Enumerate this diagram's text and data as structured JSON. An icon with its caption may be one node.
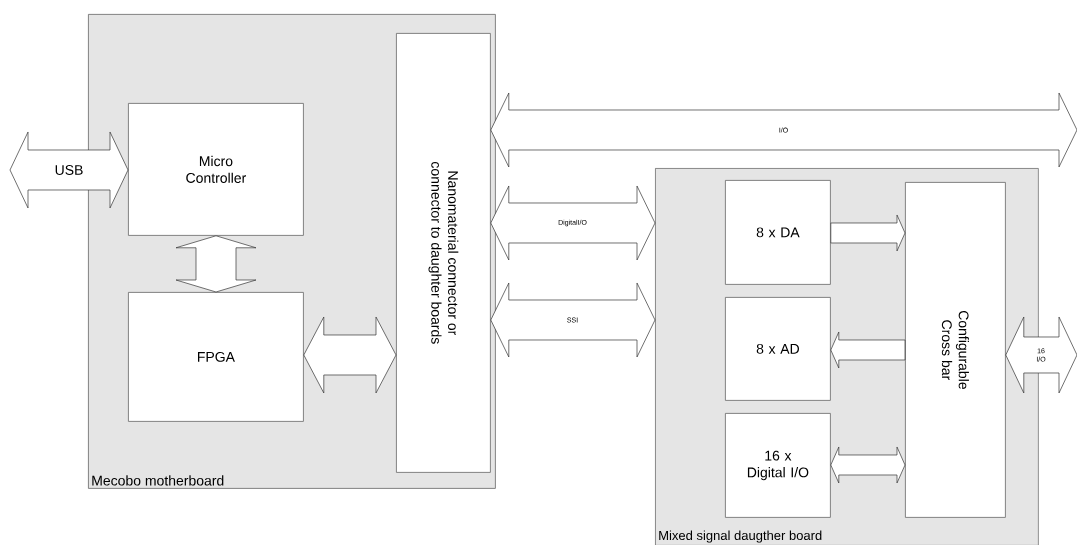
{
  "diagram": {
    "nodes": [
      {
        "text": [
          "Mecobo motherboard"
        ]
      },
      {
        "text": [
          "Micro Controller"
        ],
        "in": 0
      },
      {
        "text": [
          "FPGA"
        ],
        "in": 0
      },
      {
        "text": [
          "Nanomaterial connector or connector to daughter boards"
        ],
        "in": 0
      },
      {
        "text": [
          "Mixed signal daugther board"
        ]
      },
      {
        "text": [
          "8 x DA"
        ],
        "in": 4
      },
      {
        "text": [
          "8 x AD"
        ],
        "in": 4
      },
      {
        "text": [
          "16 x Digital I/O"
        ],
        "in": 4
      },
      {
        "text": [
          "Configurable Cross bar"
        ],
        "in": 4
      }
    ],
    "edges": [
      {
        "from": null,
        "to": 1,
        "arrow": "both",
        "label": "USB"
      },
      {
        "from": 1,
        "to": 2,
        "arrow": "both"
      },
      {
        "from": 2,
        "to": 3,
        "arrow": "both"
      },
      {
        "from": 3,
        "to": null,
        "arrow": "both",
        "label": "I/O"
      },
      {
        "from": 3,
        "to": 4,
        "arrow": "both",
        "label": "DigitalI/O"
      },
      {
        "from": 3,
        "to": 4,
        "arrow": "both",
        "label": "SSI"
      },
      {
        "from": 5,
        "to": 8,
        "arrow": "to"
      },
      {
        "from": 8,
        "to": 6,
        "arrow": "to"
      },
      {
        "from": 7,
        "to": 8,
        "arrow": "both"
      },
      {
        "from": 8,
        "to": null,
        "arrow": "both",
        "label": "16 I/O"
      }
    ]
  }
}
